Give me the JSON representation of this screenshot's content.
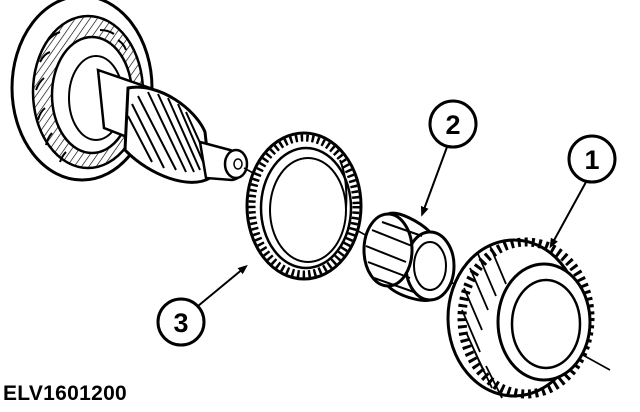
{
  "figure": {
    "code": "ELV1601200",
    "ink_color": "#000000",
    "paper_color": "#ffffff"
  },
  "parts": [
    {
      "label": "1",
      "component": "gear-helical"
    },
    {
      "label": "2",
      "component": "needle-bearing"
    },
    {
      "label": "3",
      "component": "synchronizer-ring"
    }
  ]
}
